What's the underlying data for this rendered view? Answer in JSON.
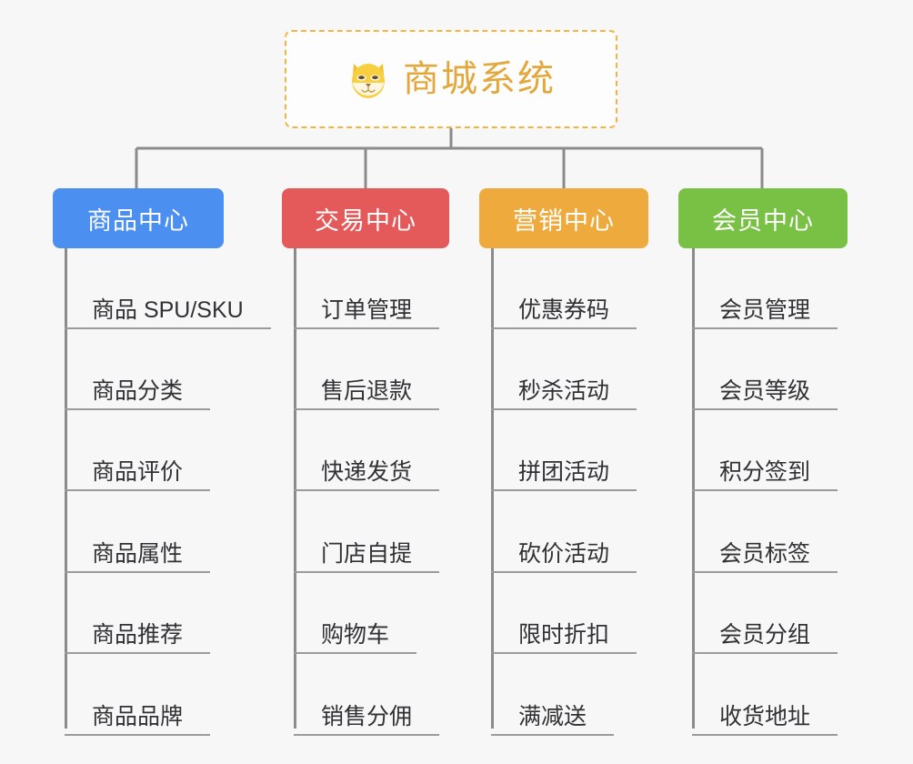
{
  "root": {
    "title": "商城系统",
    "icon": "shiba-dog-face-icon",
    "title_color": "#e3a83c",
    "border_color": "#f3b53f"
  },
  "branches": [
    {
      "label": "商品中心",
      "color": "#4b8ff0",
      "items": [
        "商品 SPU/SKU",
        "商品分类",
        "商品评价",
        "商品属性",
        "商品推荐",
        "商品品牌"
      ]
    },
    {
      "label": "交易中心",
      "color": "#e4595a",
      "items": [
        "订单管理",
        "售后退款",
        "快递发货",
        "门店自提",
        "购物车",
        "销售分佣"
      ]
    },
    {
      "label": "营销中心",
      "color": "#eeaa3c",
      "items": [
        "优惠券码",
        "秒杀活动",
        "拼团活动",
        "砍价活动",
        "限时折扣",
        "满减送"
      ]
    },
    {
      "label": "会员中心",
      "color": "#79c145",
      "items": [
        "会员管理",
        "会员等级",
        "积分签到",
        "会员标签",
        "会员分组",
        "收货地址"
      ]
    }
  ],
  "connector_color": "#8b8b8b",
  "background_color": "#f7f7f7"
}
